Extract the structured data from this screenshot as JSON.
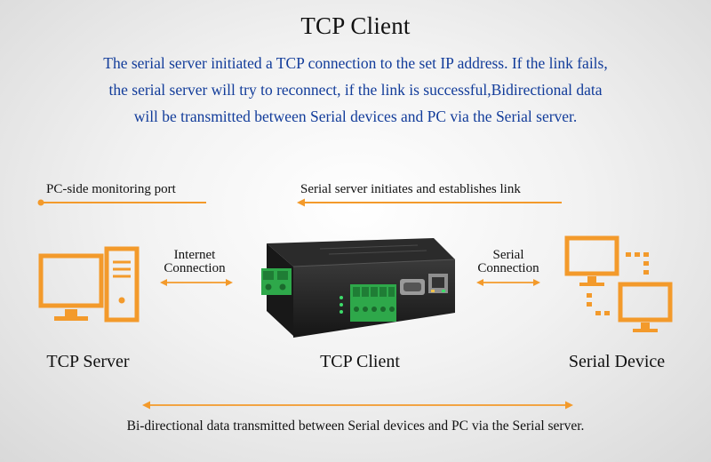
{
  "title": "TCP Client",
  "description": [
    "The serial server initiated a TCP connection to the set IP address. If the link fails,",
    "the serial server will try to reconnect, if the link is successful,Bidirectional data",
    "will be transmitted between Serial devices and PC via the Serial server."
  ],
  "labels": {
    "pc_port": "PC-side monitoring port",
    "server_link": "Serial server initiates and establishes link",
    "internet_conn_1": "Internet",
    "internet_conn_2": "Connection",
    "serial_conn_1": "Serial",
    "serial_conn_2": "Connection",
    "tcp_server": "TCP Server",
    "tcp_client": "TCP Client",
    "serial_device": "Serial Device",
    "bottom": "Bi-directional data transmitted between Serial devices and PC via the Serial server."
  },
  "colors": {
    "accent": "#f39a2b",
    "description_text": "#123c9a",
    "device_body": "#1f1f1f",
    "terminal_green": "#2ea84a"
  },
  "icons": [
    "pc-tower-icon",
    "serial-server-device-icon",
    "serial-device-monitors-icon"
  ]
}
